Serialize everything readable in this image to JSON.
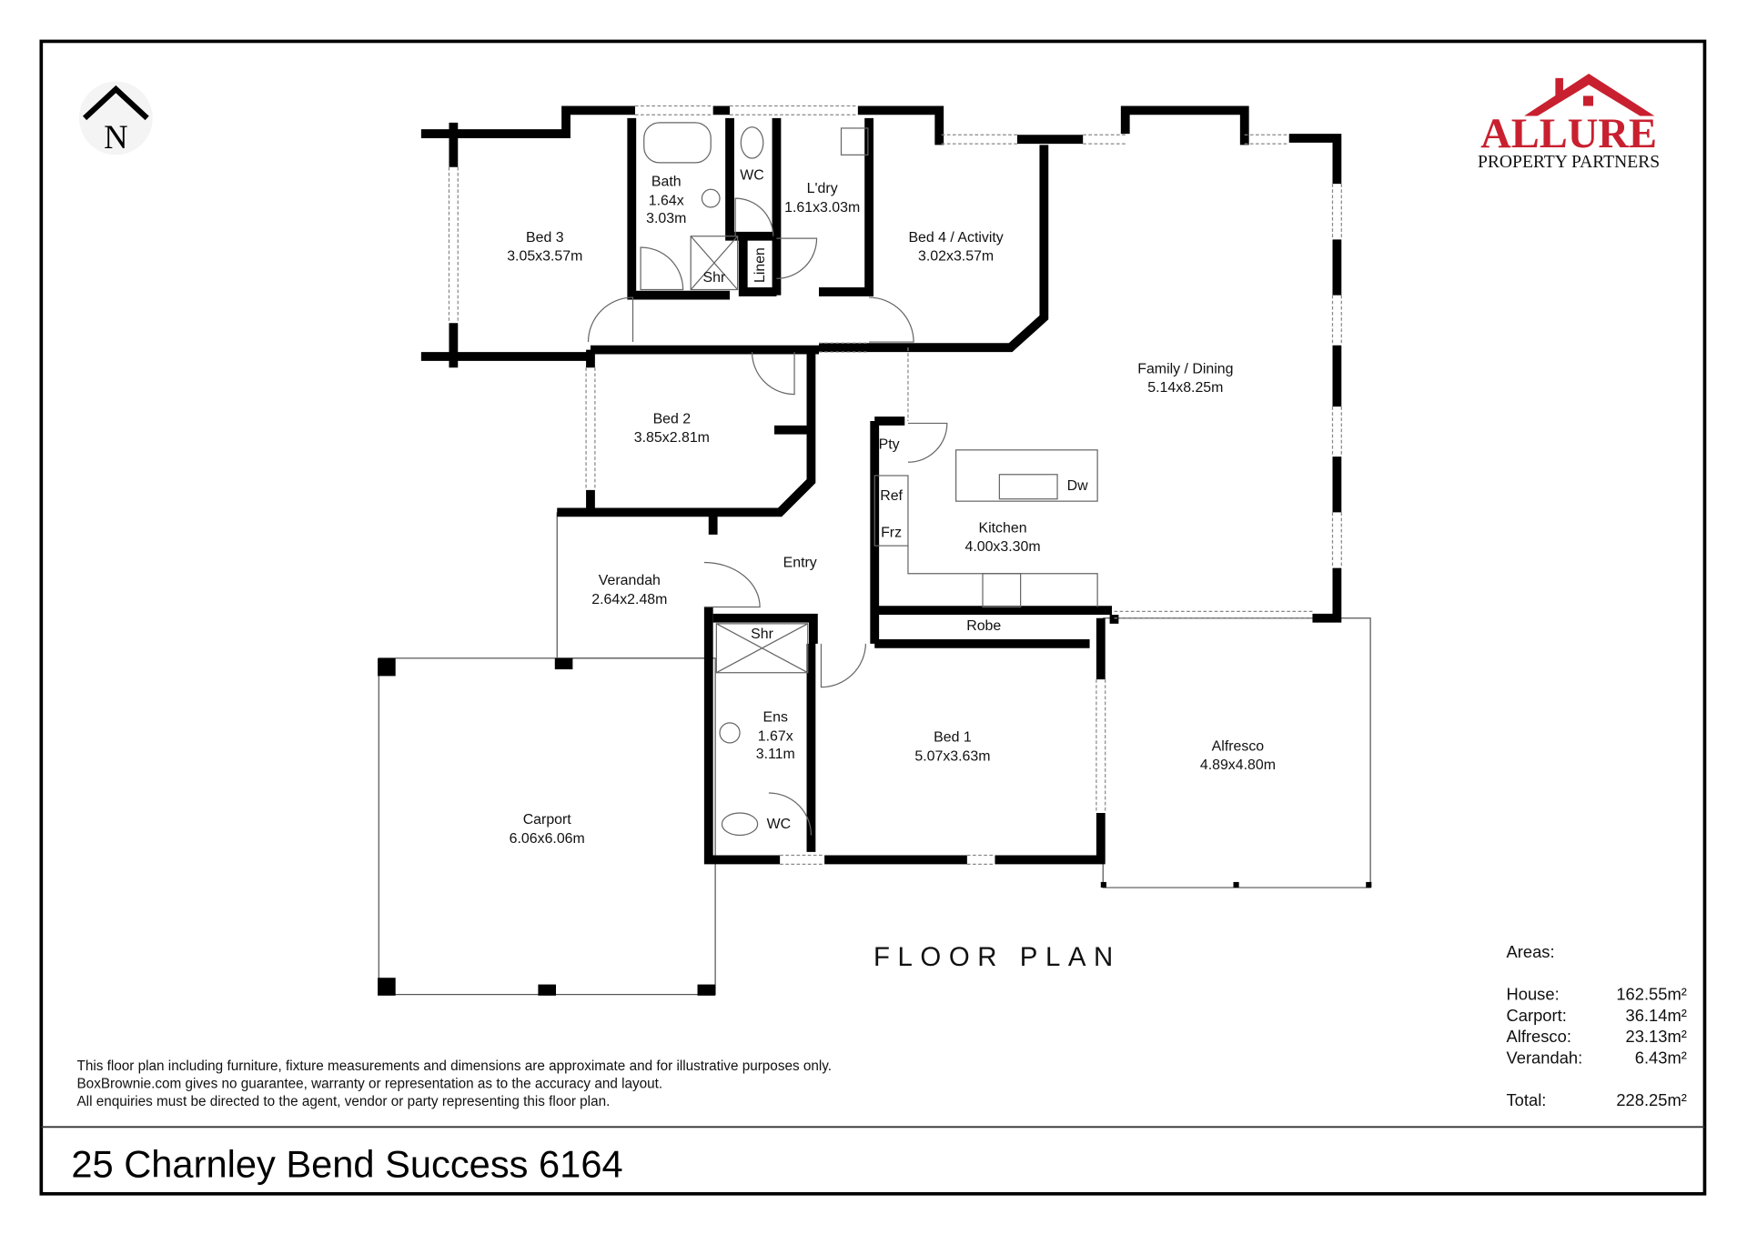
{
  "title": "FLOOR PLAN",
  "address": "25 Charnley Bend Success 6164",
  "compass": "N",
  "logo": {
    "brand": "ALLURE",
    "subtitle": "PROPERTY PARTNERS",
    "color": "#c8202f"
  },
  "rooms": {
    "bed3": {
      "name": "Bed 3",
      "size": "3.05x3.57m"
    },
    "bath": {
      "name": "Bath",
      "size1": "1.64x",
      "size2": "3.03m"
    },
    "wc1": {
      "name": "WC"
    },
    "ldry": {
      "name": "L'dry",
      "size": "1.61x3.03m"
    },
    "bed4": {
      "name": "Bed 4 / Activity",
      "size": "3.02x3.57m"
    },
    "shr1": {
      "name": "Shr"
    },
    "linen": {
      "name": "Linen"
    },
    "family": {
      "name": "Family / Dining",
      "size": "5.14x8.25m"
    },
    "bed2": {
      "name": "Bed 2",
      "size": "3.85x2.81m"
    },
    "pty": {
      "name": "Pty"
    },
    "ref": {
      "name": "Ref"
    },
    "frz": {
      "name": "Frz"
    },
    "dw": {
      "name": "Dw"
    },
    "kitchen": {
      "name": "Kitchen",
      "size": "4.00x3.30m"
    },
    "entry": {
      "name": "Entry"
    },
    "verandah": {
      "name": "Verandah",
      "size": "2.64x2.48m"
    },
    "shr2": {
      "name": "Shr"
    },
    "robe": {
      "name": "Robe"
    },
    "ens": {
      "name": "Ens",
      "size1": "1.67x",
      "size2": "3.11m"
    },
    "wc2": {
      "name": "WC"
    },
    "bed1": {
      "name": "Bed 1",
      "size": "5.07x3.63m"
    },
    "alfresco": {
      "name": "Alfresco",
      "size": "4.89x4.80m"
    },
    "carport": {
      "name": "Carport",
      "size": "6.06x6.06m"
    }
  },
  "disclaimer": [
    "This floor plan including furniture, fixture measurements and dimensions are approximate and for illustrative purposes only.",
    "BoxBrownie.com gives no guarantee, warranty or representation as to the accuracy and layout.",
    "All enquiries must be directed to the agent, vendor or party representing this floor plan."
  ],
  "areas": {
    "heading": "Areas:",
    "rows": [
      {
        "label": "House:",
        "value": "162.55m²"
      },
      {
        "label": "Carport:",
        "value": "36.14m²"
      },
      {
        "label": "Alfresco:",
        "value": "23.13m²"
      },
      {
        "label": "Verandah:",
        "value": "6.43m²"
      }
    ],
    "total_label": "Total:",
    "total_value": "228.25m²"
  }
}
